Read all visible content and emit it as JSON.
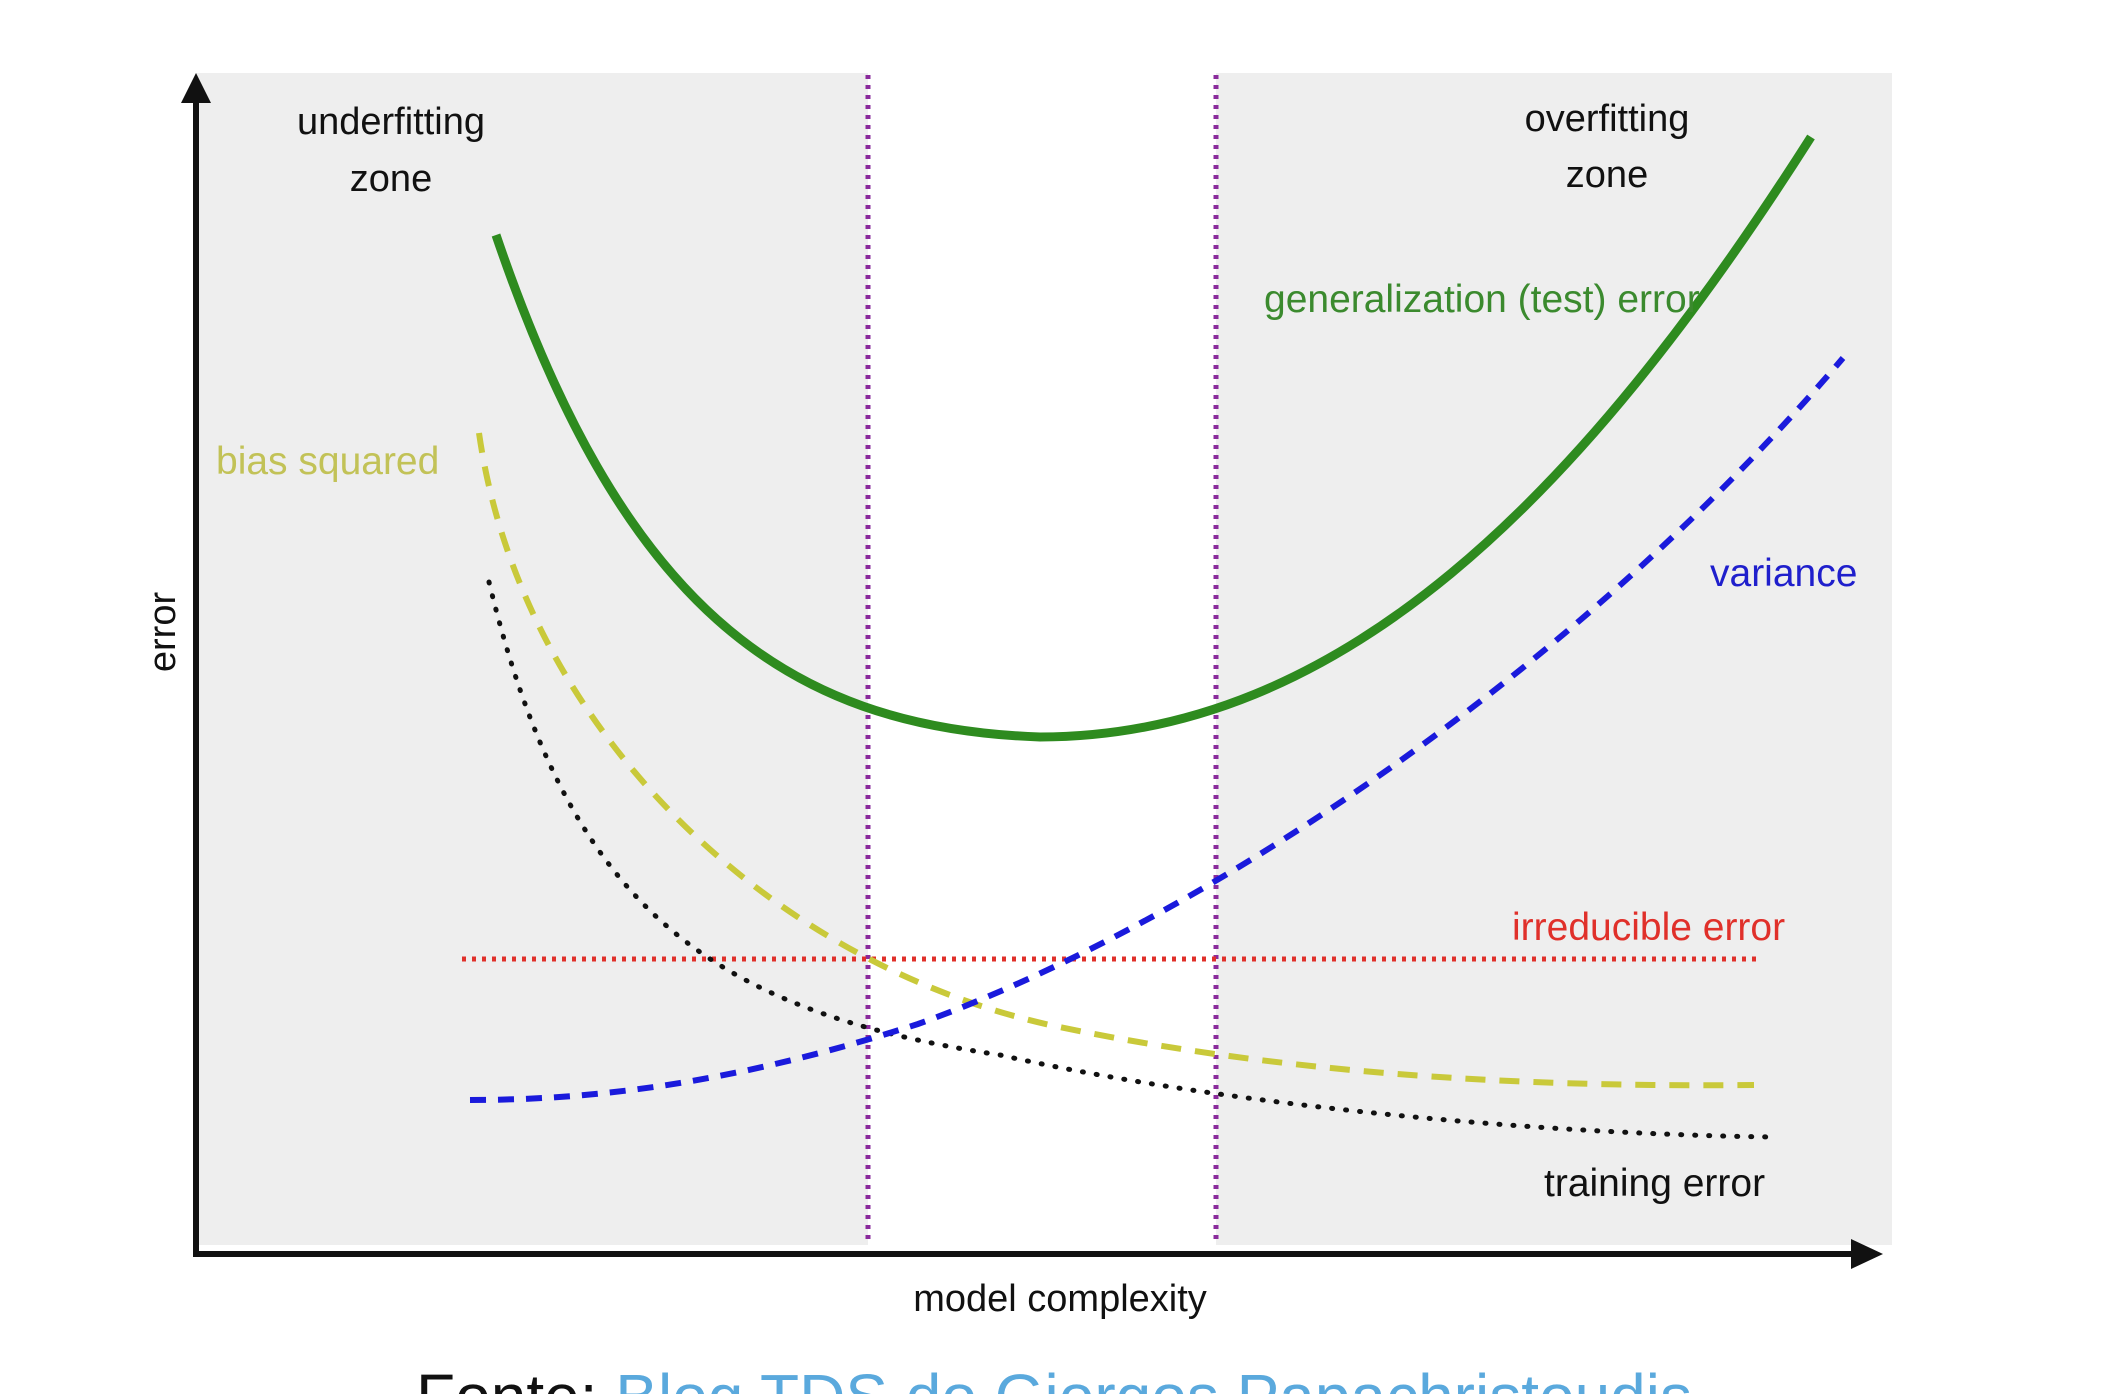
{
  "chart_data": {
    "type": "line",
    "xlabel": "model complexity",
    "ylabel": "error",
    "zones": {
      "underfitting": [
        "underfitting",
        "zone"
      ],
      "overfitting": [
        "overfitting",
        "zone"
      ]
    },
    "series": [
      {
        "name": "generalization (test) error",
        "style": "solid",
        "color": "#2e8b1f"
      },
      {
        "name": "bias squared",
        "style": "dashed",
        "color": "#c9c93a"
      },
      {
        "name": "variance",
        "style": "dashed",
        "color": "#1a1adc"
      },
      {
        "name": "irreducible error",
        "style": "dotted",
        "color": "#e0302a"
      },
      {
        "name": "training error",
        "style": "dotted",
        "color": "#111111"
      }
    ],
    "zone_boundary_color": "#8a2b9c",
    "optimal_zone_fill": "#ffffff",
    "outer_zone_fill": "#eeeeee",
    "label_colors": {
      "generalization": "#3b8a2e",
      "bias": "#c2c257",
      "variance": "#1f1fcc",
      "irreducible": "#e0302a",
      "training": "#111111"
    }
  },
  "caption": {
    "prefix": "Fonte:",
    "link_text": "Blog TDS do Giorgos Papachristoudis"
  }
}
